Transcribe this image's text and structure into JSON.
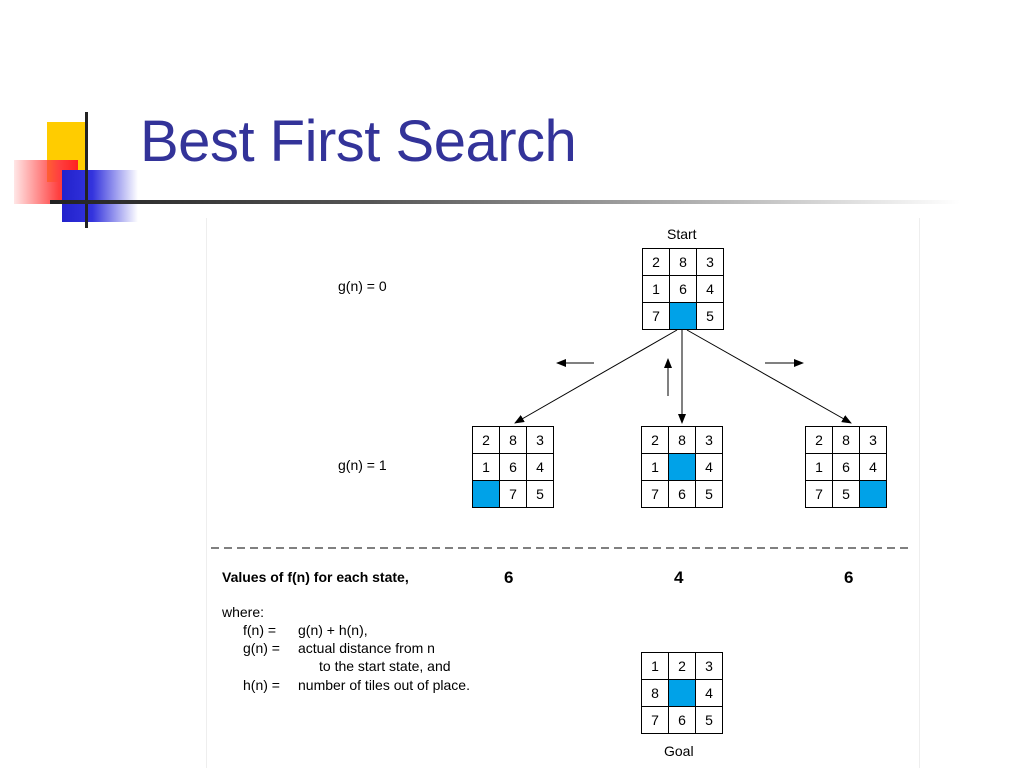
{
  "title": "Best First Search",
  "labels": {
    "start": "Start",
    "goal": "Goal",
    "g0": "g(n) = 0",
    "g1": "g(n) = 1"
  },
  "fvalues": {
    "heading": "Values of f(n) for each state,",
    "left": "6",
    "middle": "4",
    "right": "6"
  },
  "legend": {
    "where": "where:",
    "f_key": "f(n) =",
    "f_val": "g(n)  +   h(n),",
    "g_key": "g(n) =",
    "g_val": "actual distance from n",
    "g_val2": "to the start state, and",
    "h_key": "h(n) =",
    "h_val": "number of tiles out of place."
  },
  "boards": {
    "start": [
      "2",
      "8",
      "3",
      "1",
      "6",
      "4",
      "7",
      "",
      "5"
    ],
    "child_left": [
      "2",
      "8",
      "3",
      "1",
      "6",
      "4",
      "",
      "7",
      "5"
    ],
    "child_middle": [
      "2",
      "8",
      "3",
      "1",
      "",
      "4",
      "7",
      "6",
      "5"
    ],
    "child_right": [
      "2",
      "8",
      "3",
      "1",
      "6",
      "4",
      "7",
      "5",
      ""
    ],
    "goal": [
      "1",
      "2",
      "3",
      "8",
      "",
      "4",
      "7",
      "6",
      "5"
    ]
  },
  "colors": {
    "title": "#333399",
    "blank_tile": "#00a2e8"
  }
}
